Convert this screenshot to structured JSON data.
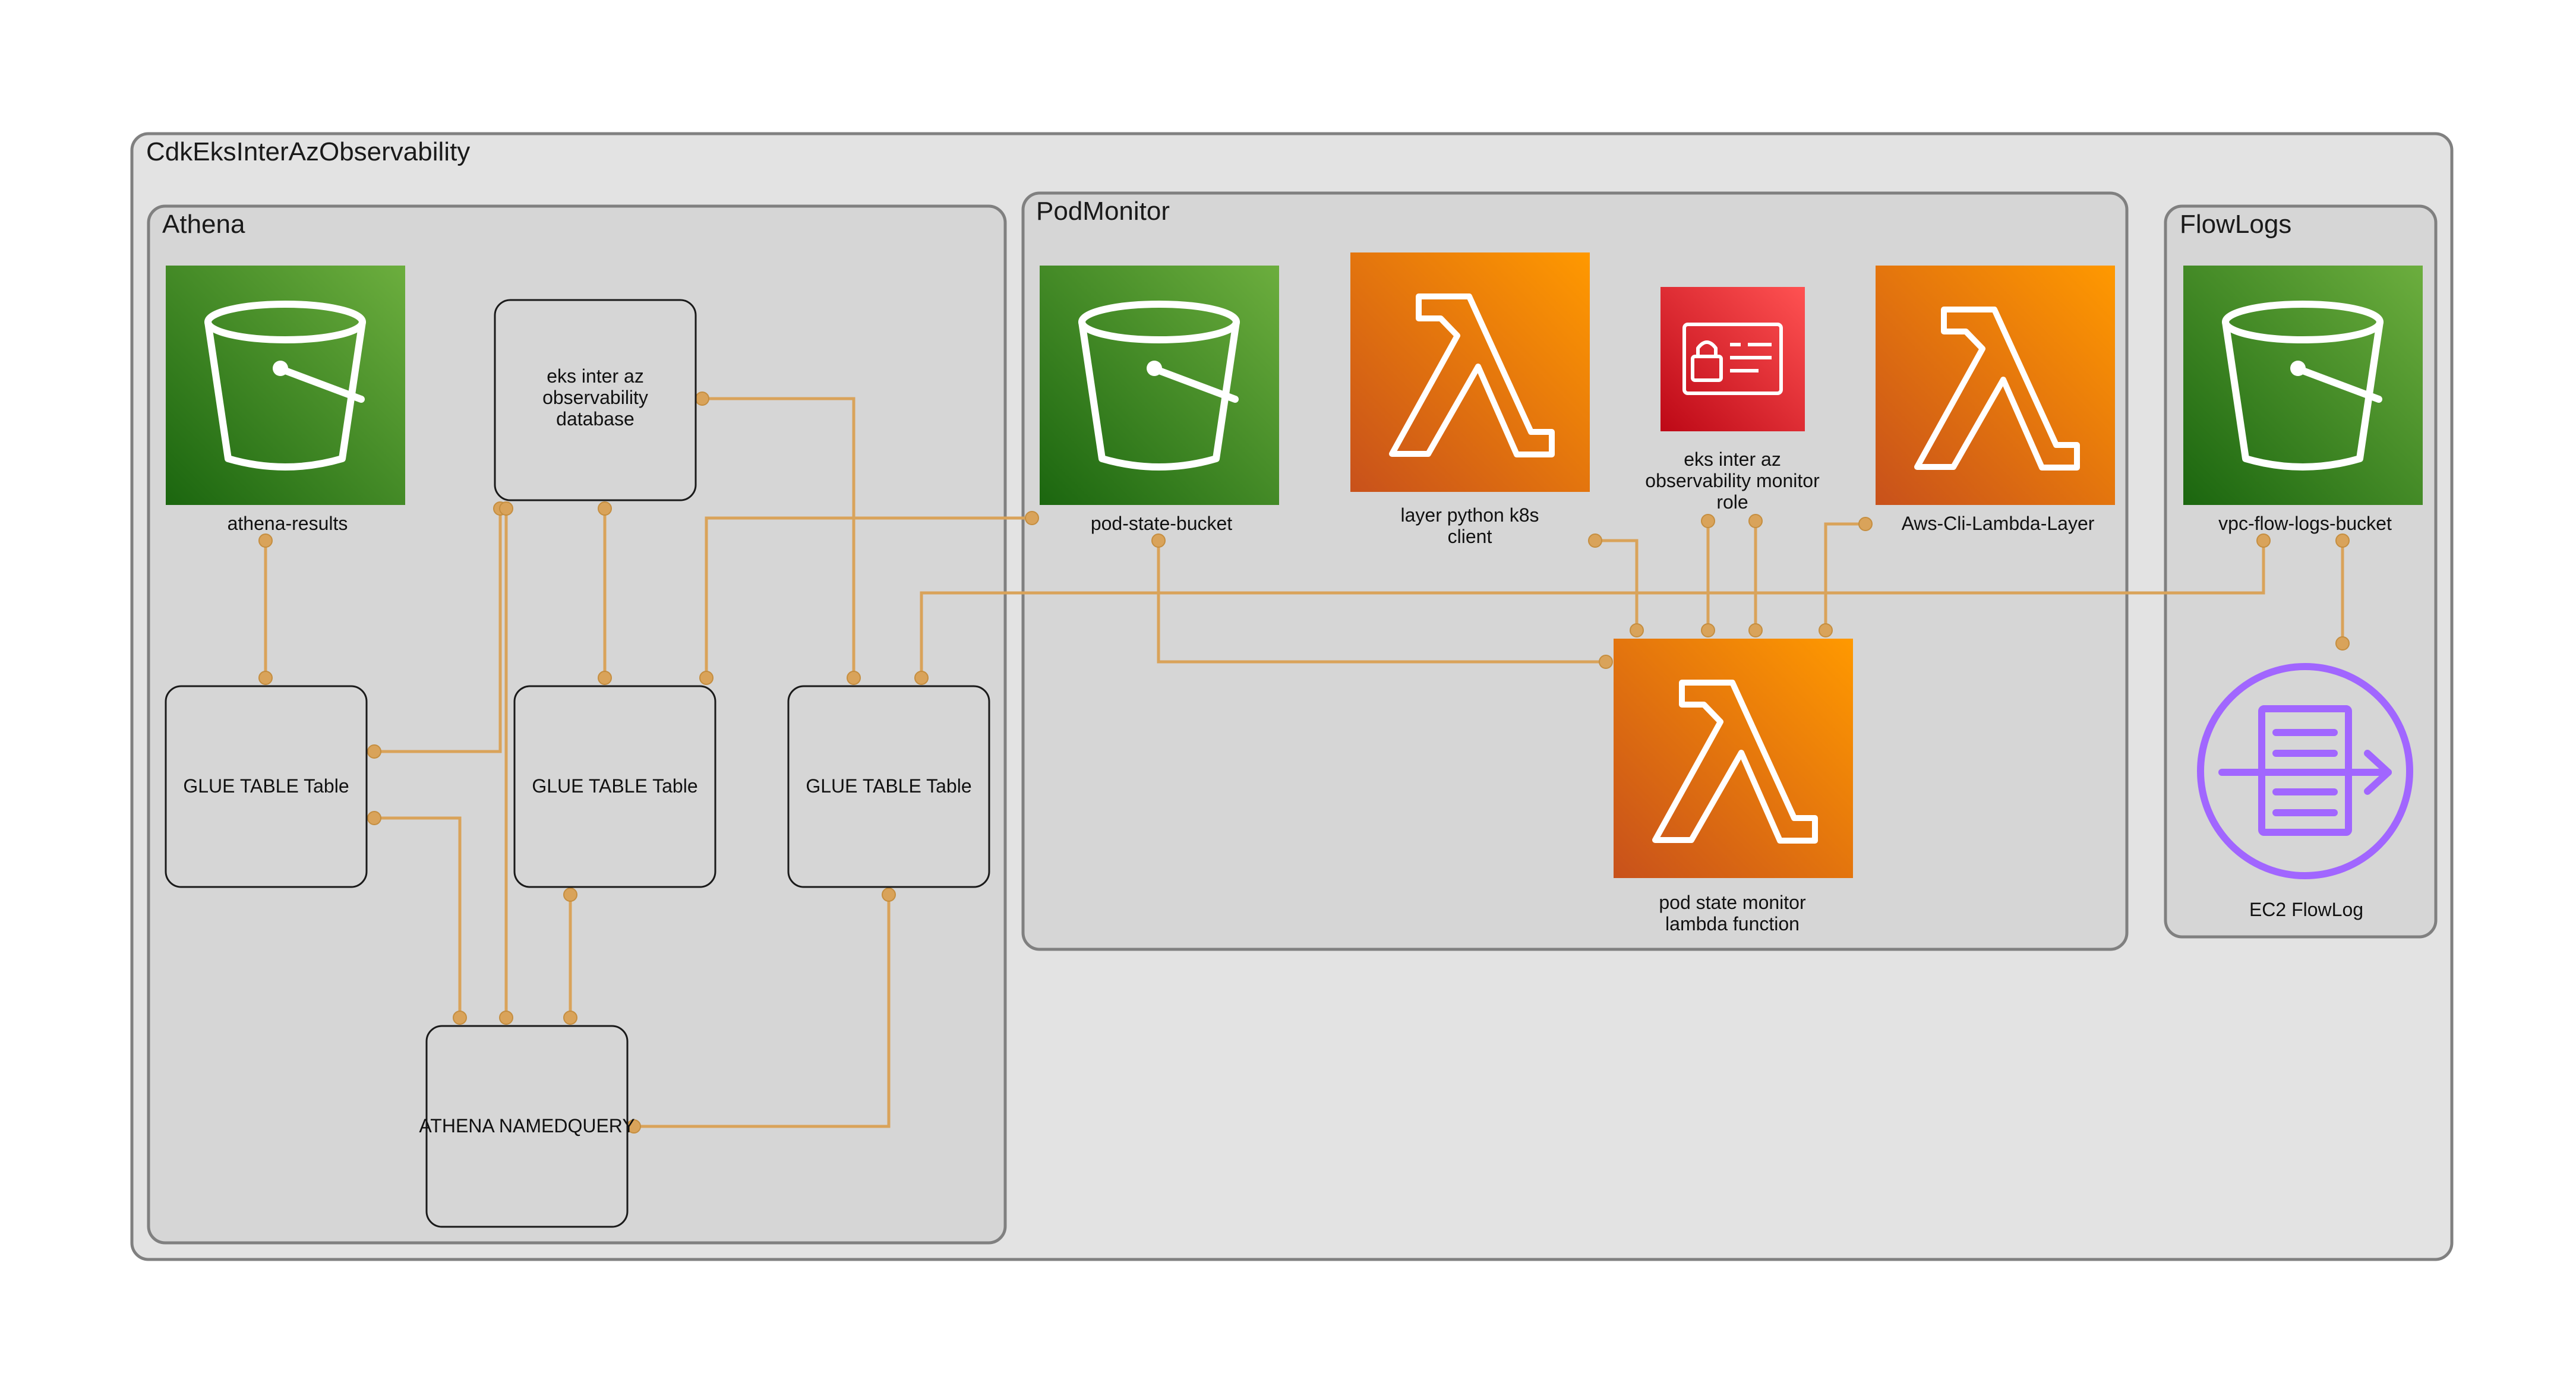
{
  "clusters": {
    "root": "CdkEksInterAzObservability",
    "athena": "Athena",
    "podmonitor": "PodMonitor",
    "flowlogs": "FlowLogs"
  },
  "nodes": {
    "athena_results": "athena-results",
    "database": [
      "eks inter az",
      "observability",
      "database"
    ],
    "glue_table_1": "GLUE TABLE Table",
    "glue_table_2": "GLUE TABLE Table",
    "glue_table_3": "GLUE TABLE Table",
    "named_query": "ATHENA NAMEDQUERY",
    "pod_state_bucket": "pod-state-bucket",
    "layer_python": [
      "layer python k8s",
      "client"
    ],
    "monitor_role": [
      "eks inter az",
      "observability monitor",
      "role"
    ],
    "aws_cli_layer": "Aws-Cli-Lambda-Layer",
    "pod_state_lambda": [
      "pod state monitor",
      "lambda function"
    ],
    "vpc_flow_logs_bucket": "vpc-flow-logs-bucket",
    "ec2_flowlog": "EC2 FlowLog"
  },
  "colors": {
    "edge": "#d9a35a",
    "s3_green_dark": "#1b660f",
    "s3_green_light": "#6cae3e",
    "lambda_orange_dark": "#c8511b",
    "lambda_orange_light": "#ff9900",
    "iam_red_dark": "#bd0816",
    "iam_red_light": "#ff5252",
    "flowlog_purple": "#a166ff"
  },
  "icons": {
    "s3": "s3-bucket-icon",
    "lambda": "lambda-icon",
    "iam": "iam-role-icon",
    "flowlog": "vpc-flow-log-icon"
  }
}
